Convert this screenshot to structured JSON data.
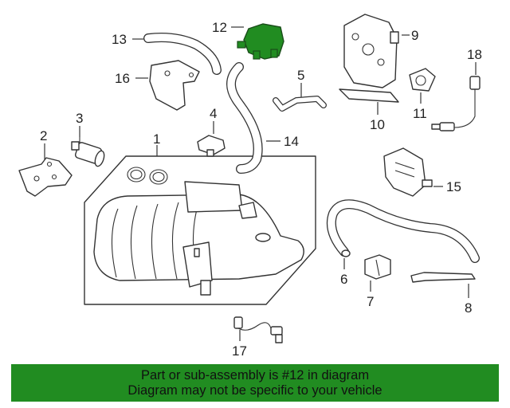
{
  "diagram": {
    "highlight_color": "#218c21",
    "callouts": [
      {
        "id": "1",
        "label": "1"
      },
      {
        "id": "2",
        "label": "2"
      },
      {
        "id": "3",
        "label": "3"
      },
      {
        "id": "4",
        "label": "4"
      },
      {
        "id": "5",
        "label": "5"
      },
      {
        "id": "6",
        "label": "6"
      },
      {
        "id": "7",
        "label": "7"
      },
      {
        "id": "8",
        "label": "8"
      },
      {
        "id": "9",
        "label": "9"
      },
      {
        "id": "10",
        "label": "10"
      },
      {
        "id": "11",
        "label": "11"
      },
      {
        "id": "12",
        "label": "12"
      },
      {
        "id": "13",
        "label": "13"
      },
      {
        "id": "14",
        "label": "14"
      },
      {
        "id": "15",
        "label": "15"
      },
      {
        "id": "16",
        "label": "16"
      },
      {
        "id": "17",
        "label": "17"
      },
      {
        "id": "18",
        "label": "18"
      }
    ]
  },
  "banner": {
    "line1": "Part or sub-assembly is #12 in diagram",
    "line2": "Diagram may not be specific to your vehicle",
    "background": "#218c21"
  }
}
